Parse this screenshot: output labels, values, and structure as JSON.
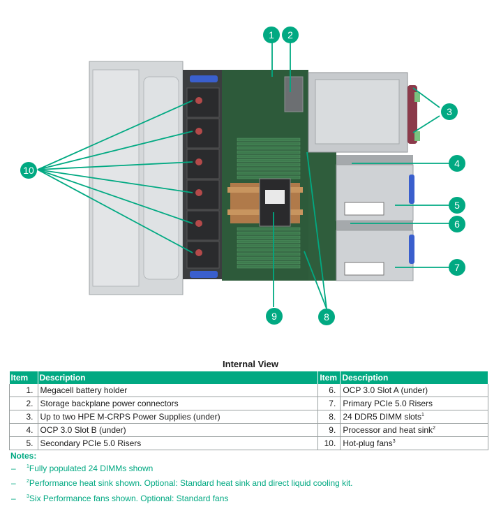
{
  "callouts": [
    "1",
    "2",
    "3",
    "4",
    "5",
    "6",
    "7",
    "8",
    "9",
    "10"
  ],
  "table": {
    "title": "Internal View",
    "headers": {
      "item": "Item",
      "description": "Description"
    },
    "rows": [
      {
        "left_num": "1.",
        "left_desc": "Megacell battery holder",
        "left_sup": "",
        "right_num": "6.",
        "right_desc": "OCP 3.0 Slot A (under)",
        "right_sup": ""
      },
      {
        "left_num": "2.",
        "left_desc": "Storage backplane power connectors",
        "left_sup": "",
        "right_num": "7.",
        "right_desc": "Primary PCIe 5.0 Risers",
        "right_sup": ""
      },
      {
        "left_num": "3.",
        "left_desc": "Up to two HPE M-CRPS Power Supplies (under)",
        "left_sup": "",
        "right_num": "8.",
        "right_desc": "24 DDR5 DIMM slots",
        "right_sup": "1"
      },
      {
        "left_num": "4.",
        "left_desc": "OCP 3.0 Slot B (under)",
        "left_sup": "",
        "right_num": "9.",
        "right_desc": "Processor and heat sink",
        "right_sup": "2"
      },
      {
        "left_num": "5.",
        "left_desc": "Secondary PCIe 5.0 Risers",
        "left_sup": "",
        "right_num": "10.",
        "right_desc": "Hot-plug fans",
        "right_sup": "3"
      }
    ]
  },
  "notes": {
    "title": "Notes:",
    "dash": "–",
    "items": [
      {
        "sup": "1",
        "text": "Fully populated 24 DIMMs shown"
      },
      {
        "sup": "2",
        "text": "Performance heat sink shown. Optional: Standard heat sink and direct liquid cooling kit."
      },
      {
        "sup": "3",
        "text": "Six Performance fans shown. Optional: Standard fans"
      }
    ]
  },
  "colors": {
    "accent": "#01a982",
    "board": "#2d5a3a",
    "chassis": "#c9cdd0",
    "fan_blue": "#3a5fcd"
  }
}
